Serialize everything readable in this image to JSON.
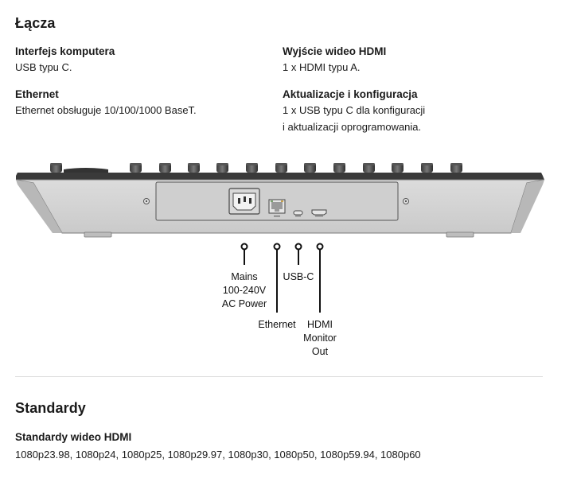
{
  "connections": {
    "title": "Łącza",
    "computer_interface": {
      "heading": "Interfejs komputera",
      "text": "USB typu C."
    },
    "ethernet": {
      "heading": "Ethernet",
      "text": "Ethernet obsługuje 10/100/1000 BaseT."
    },
    "hdmi_out": {
      "heading": "Wyjście wideo HDMI",
      "text": "1 x HDMI typu A."
    },
    "updates": {
      "heading": "Aktualizacje i konfiguracja",
      "line1": "1 x USB typu C dla konfiguracji",
      "line2": "i aktualizacji oprogramowania."
    }
  },
  "diagram": {
    "labels": {
      "mains": [
        "Mains",
        "100-240V",
        "AC Power"
      ],
      "ethernet": "Ethernet",
      "usbc": "USB-C",
      "hdmi": [
        "HDMI",
        "Monitor",
        "Out"
      ]
    }
  },
  "standards": {
    "title": "Standardy",
    "hdmi_heading": "Standardy wideo HDMI",
    "hdmi_text": "1080p23.98, 1080p24, 1080p25, 1080p29.97, 1080p30, 1080p50, 1080p59.94, 1080p60"
  }
}
